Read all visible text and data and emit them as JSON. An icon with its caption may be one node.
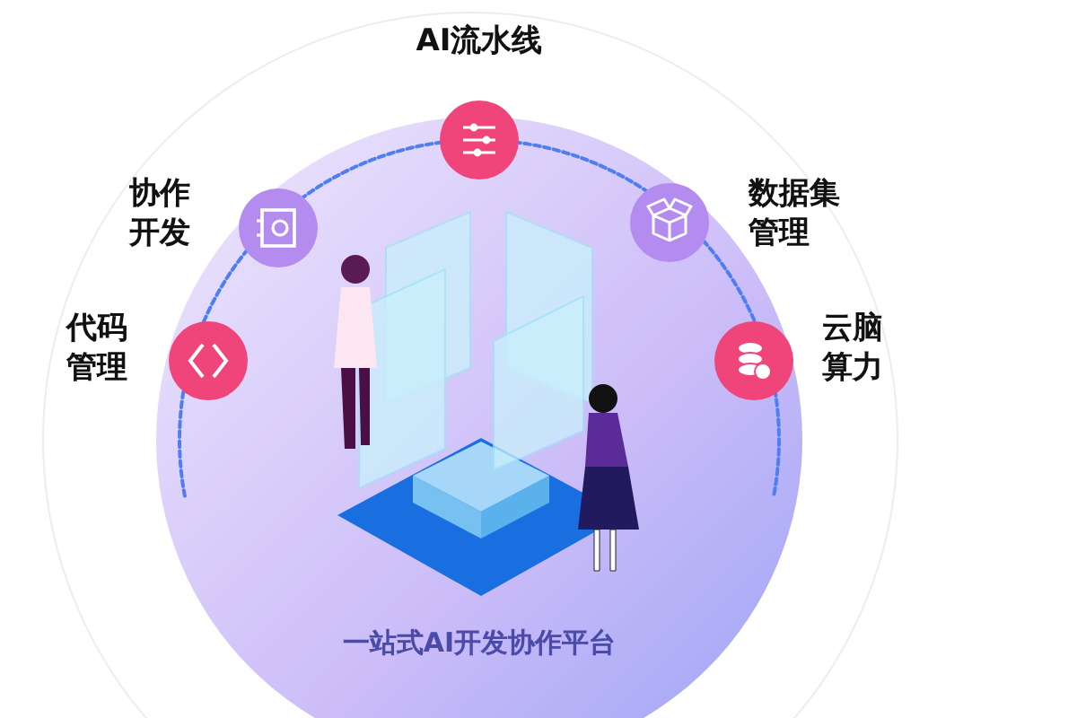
{
  "diagram": {
    "labels": [
      "AI流水线",
      "协作开发",
      "数据集管理",
      "代码管理",
      "云脑算力",
      "一站式AI开发协作平台"
    ]
  }
}
